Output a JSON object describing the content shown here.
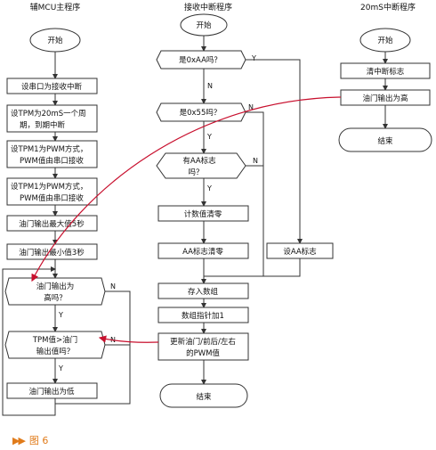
{
  "colors": {
    "accent": "#e07b1a",
    "flow_red": "#c8102e",
    "line": "#333333"
  },
  "headers": {
    "main": "辅MCU主程序",
    "recv": "接收中断程序",
    "int20": "20mS中断程序"
  },
  "main": {
    "start": "开始",
    "step1": "设串口为接收中断",
    "step2a": "设TPM为20mS一个周",
    "step2b": "期，到期中断",
    "step3a": "设TPM1为PWM方式，",
    "step3b": "PWM值由串口接收",
    "step4a": "设TPM1为PWM方式，",
    "step4b": "PWM值由串口接收",
    "step5": "油门输出最大值5秒",
    "step6": "油门输出最小值3秒",
    "dec1a": "油门输出为",
    "dec1b": "高吗？",
    "dec2a": "TPM值>油门",
    "dec2b": "输出值吗？",
    "step7": "油门输出为低"
  },
  "recv": {
    "start": "开始",
    "dec1": "是0xAA吗？",
    "dec2": "是0x55吗？",
    "dec3a": "有AA标志",
    "dec3b": "吗？",
    "step1": "计数值清零",
    "step2": "AA标志清零",
    "side": "设AA标志",
    "step3": "存入数组",
    "step4": "数组指针加1",
    "step5a": "更新油门/前后/左右",
    "step5b": "的PWM值",
    "end": "结束"
  },
  "int20": {
    "start": "开始",
    "step1": "清中断标志",
    "step2": "油门输出为高",
    "end": "结束"
  },
  "labels": {
    "y": "Y",
    "n": "N"
  },
  "caption": "图 6",
  "caption_marker": "▶▶"
}
